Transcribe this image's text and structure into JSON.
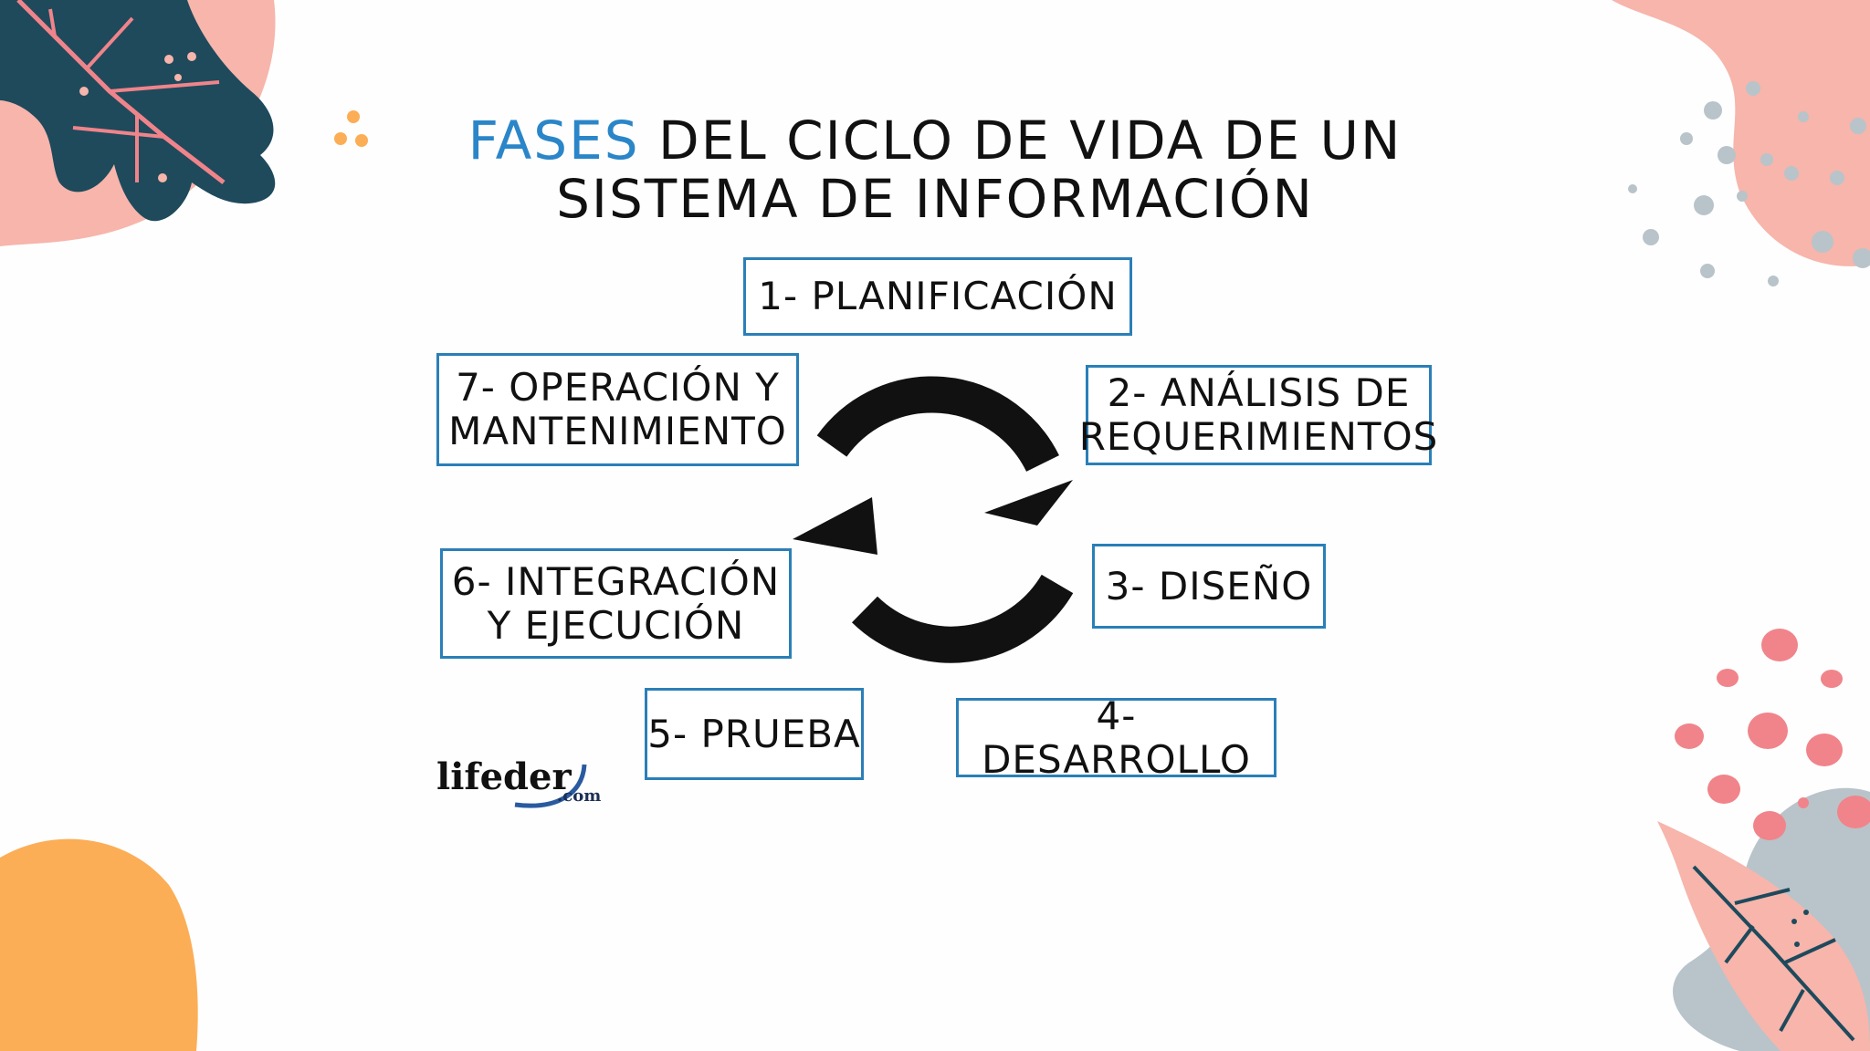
{
  "title": {
    "highlight": "FASES",
    "line1_rest": " DEL CICLO DE VIDA DE UN",
    "line2": "SISTEMA DE INFORMACIÓN"
  },
  "phases": [
    {
      "label": "1- PLANIFICACIÓN"
    },
    {
      "label": "2- ANÁLISIS DE\nREQUERIMIENTOS"
    },
    {
      "label": "3- DISEÑO"
    },
    {
      "label": "4- DESARROLLO"
    },
    {
      "label": "5- PRUEBA"
    },
    {
      "label": "6- INTEGRACIÓN\nY EJECUCIÓN"
    },
    {
      "label": "7- OPERACIÓN Y\nMANTENIMIENTO"
    }
  ],
  "logo": {
    "name": "lifeder",
    "suffix": ".com"
  },
  "colors": {
    "accent": "#2a86c8",
    "border": "#2a7fb8",
    "teal_leaf": "#1e4a5c",
    "pink": "#f7b5ab",
    "coral": "#f0848a",
    "orange": "#fbae56",
    "gray": "#b8c4ca"
  }
}
